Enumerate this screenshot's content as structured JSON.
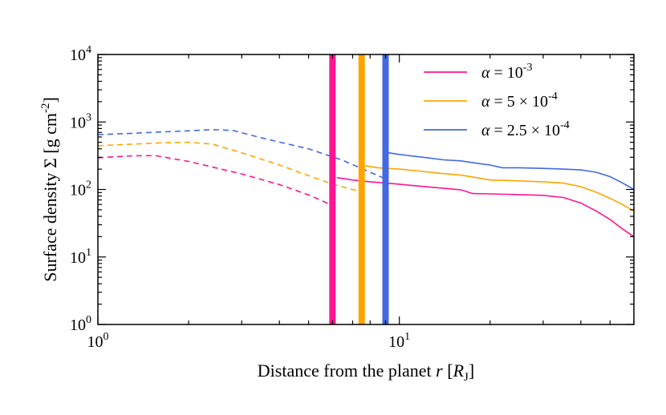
{
  "chart_data": {
    "type": "line",
    "x_scale": "log",
    "y_scale": "log",
    "xlim": [
      1,
      60
    ],
    "ylim": [
      1,
      10000
    ],
    "grid": false,
    "legend_placement": "top-right",
    "xlabel": "Distance from the planet r [R_J]",
    "xlabel_parts": {
      "text": "Distance from the planet ",
      "var": "r",
      "open": " [",
      "R": "R",
      "sub": "J",
      "close": "]"
    },
    "ylabel_parts": {
      "pre": "Surface density Σ [g cm",
      "sup": "-2",
      "post": "]"
    },
    "x_ticks": [
      {
        "base": "10",
        "exp": "0",
        "value": 1
      },
      {
        "base": "10",
        "exp": "1",
        "value": 10
      }
    ],
    "y_ticks": [
      {
        "base": "10",
        "exp": "0",
        "value": 1
      },
      {
        "base": "10",
        "exp": "1",
        "value": 10
      },
      {
        "base": "10",
        "exp": "2",
        "value": 100
      },
      {
        "base": "10",
        "exp": "3",
        "value": 1000
      },
      {
        "base": "10",
        "exp": "4",
        "value": 10000
      }
    ],
    "series": [
      {
        "legend": {
          "alpha": "α",
          "eq": " = ",
          "coef": "",
          "base": "10",
          "exp": "-3"
        },
        "color": "#ff1493",
        "vline_x": 6.0,
        "dashed": {
          "x": [
            1.0,
            1.3,
            1.55,
            2.0,
            3.0,
            4.0,
            5.0,
            5.9
          ],
          "y": [
            295,
            315,
            318,
            260,
            170,
            118,
            83,
            60
          ]
        },
        "solid": {
          "x": [
            6.2,
            7.0,
            8.0,
            9.5,
            11.0,
            13.5,
            16.0,
            17.5,
            20.0,
            25.0,
            30.0,
            35.0,
            40.0,
            45.0,
            50.0,
            55.0,
            60.0
          ],
          "y": [
            150,
            138,
            130,
            122,
            115,
            106,
            99,
            87,
            86,
            84,
            82,
            76,
            63,
            48,
            36,
            26,
            20
          ]
        }
      },
      {
        "legend": {
          "alpha": "α",
          "eq": " = ",
          "coef": "5 × ",
          "base": "10",
          "exp": "-4"
        },
        "color": "#ffa500",
        "vline_x": 7.5,
        "dashed": {
          "x": [
            1.0,
            1.3,
            1.6,
            2.0,
            2.4,
            3.0,
            4.0,
            5.0,
            6.0,
            7.3
          ],
          "y": [
            445,
            470,
            490,
            500,
            470,
            350,
            230,
            160,
            120,
            95
          ]
        },
        "solid": {
          "x": [
            7.7,
            8.5,
            10.0,
            12.0,
            14.0,
            16.0,
            18.0,
            20.0,
            25.0,
            30.0,
            35.0,
            40.0,
            45.0,
            50.0,
            55.0,
            60.0
          ],
          "y": [
            225,
            210,
            200,
            185,
            172,
            163,
            150,
            138,
            134,
            130,
            124,
            110,
            91,
            74,
            60,
            48
          ]
        }
      },
      {
        "legend": {
          "alpha": "α",
          "eq": " = ",
          "coef": "2.5 × ",
          "base": "10",
          "exp": "-4"
        },
        "color": "#4169e1",
        "vline_x": 9.0,
        "dashed": {
          "x": [
            1.0,
            1.3,
            1.6,
            2.0,
            2.4,
            2.8,
            3.5,
            5.0,
            6.5,
            8.8
          ],
          "y": [
            650,
            680,
            710,
            740,
            770,
            750,
            580,
            400,
            270,
            150
          ]
        },
        "solid": {
          "x": [
            9.2,
            10.0,
            12.0,
            14.0,
            16.0,
            18.0,
            20.0,
            22.0,
            25.0,
            30.0,
            35.0,
            40.0,
            45.0,
            50.0,
            55.0,
            60.0
          ],
          "y": [
            350,
            330,
            300,
            275,
            265,
            245,
            230,
            210,
            210,
            205,
            200,
            195,
            180,
            155,
            125,
            100
          ]
        }
      }
    ]
  }
}
